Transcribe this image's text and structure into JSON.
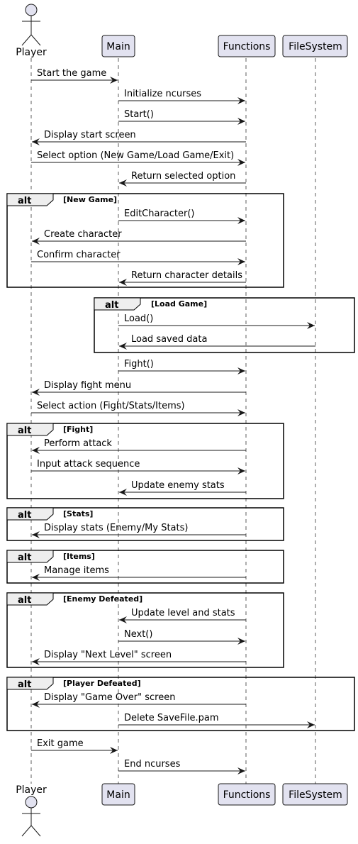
{
  "participants": {
    "player": "Player",
    "main": "Main",
    "functions": "Functions",
    "filesystem": "FileSystem"
  },
  "colors": {
    "participant_fill": "#E2E2F0",
    "participant_stroke": "#181818",
    "lifeline": "#181818",
    "frame_header_fill": "#EEEEEE"
  },
  "messages": {
    "m1": "Start the game",
    "m2": "Initialize ncurses",
    "m3": "Start()",
    "m4": "Display start screen",
    "m5": "Select option (New Game/Load Game/Exit)",
    "m6": "Return selected option",
    "m7": "EditCharacter()",
    "m8": "Create character",
    "m9": "Confirm character",
    "m10": "Return character details",
    "m11": "Load()",
    "m12": "Load saved data",
    "m13": "Fight()",
    "m14": "Display fight menu",
    "m15": "Select action (Fight/Stats/Items)",
    "m16": "Perform attack",
    "m17": "Input attack sequence",
    "m18": "Update enemy stats",
    "m19": "Display stats (Enemy/My Stats)",
    "m20": "Manage items",
    "m21": "Update level and stats",
    "m22": "Next()",
    "m23": "Display \"Next Level\" screen",
    "m24": "Display \"Game Over\" screen",
    "m25": "Delete SaveFile.pam",
    "m26": "Exit game",
    "m27": "End ncurses"
  },
  "frames": {
    "alt_keyword": "alt",
    "new_game": "[New Game]",
    "load_game": "[Load Game]",
    "fight": "[Fight]",
    "stats": "[Stats]",
    "items": "[Items]",
    "enemy_defeated": "[Enemy Defeated]",
    "player_defeated": "[Player Defeated]"
  }
}
